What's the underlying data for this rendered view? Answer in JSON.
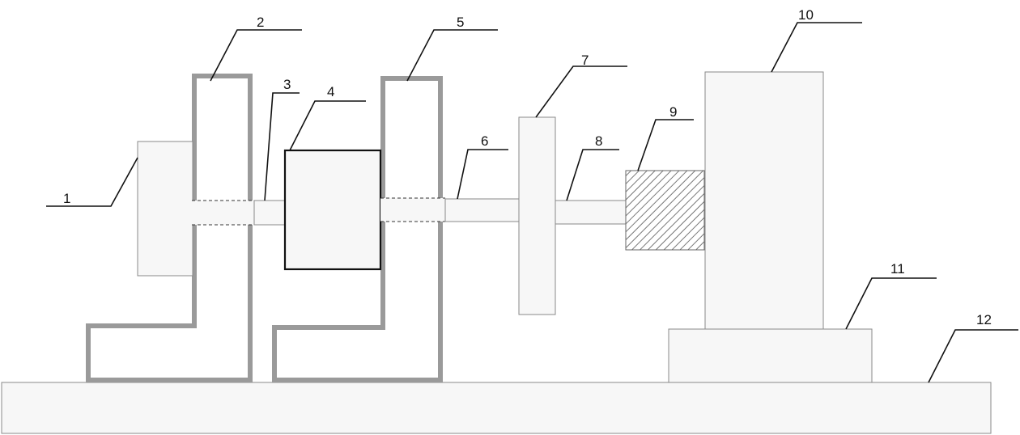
{
  "labels": {
    "p1": "1",
    "p2": "2",
    "p3": "3",
    "p4": "4",
    "p5": "5",
    "p6": "6",
    "p7": "7",
    "p8": "8",
    "p9": "9",
    "p10": "10",
    "p11": "11",
    "p12": "12"
  },
  "colors": {
    "part_fill": "#f7f7f7",
    "bracket": "#9a9a9a",
    "outline": "#111111"
  }
}
